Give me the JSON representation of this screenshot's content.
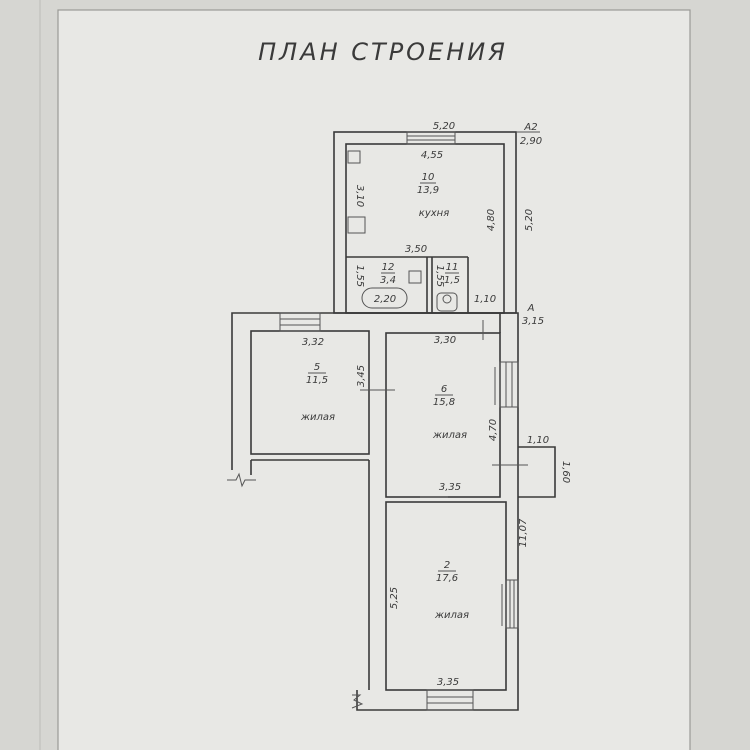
{
  "title": "ПЛАН СТРОЕНИЯ",
  "rooms": [
    {
      "number": "10",
      "area": "13,9",
      "name": "кухня"
    },
    {
      "number": "12",
      "area": "3,4"
    },
    {
      "number": "11",
      "area": "1,5"
    },
    {
      "number": "5",
      "area": "11,5",
      "name": "жилая"
    },
    {
      "number": "6",
      "area": "15,8",
      "name": "жилая"
    },
    {
      "number": "2",
      "area": "17,6",
      "name": "жилая"
    }
  ],
  "dimensions": {
    "kitchen_outer_top": "5,20",
    "kitchen_inner_top": "4,55",
    "kitchen_left": "3,10",
    "kitchen_right_inner": "4,80",
    "kitchen_right_outer": "5,20",
    "bath_top": "3,50",
    "bath_left": "1,55",
    "bath_tub": "2,20",
    "toilet_left": "1,55",
    "passage": "1,10",
    "room5_top": "3,32",
    "room5_right": "3,45",
    "room6_top": "3,30",
    "room6_right": "4,70",
    "room6_bottom": "3,35",
    "porch_width": "1,10",
    "porch_depth": "1,60",
    "right_wall": "11,07",
    "room2_left": "5,25",
    "room2_bottom": "3,35"
  },
  "markers": {
    "a2_label": "А2",
    "a2_value": "2,90",
    "a_label": "А",
    "a_value": "3,15"
  }
}
